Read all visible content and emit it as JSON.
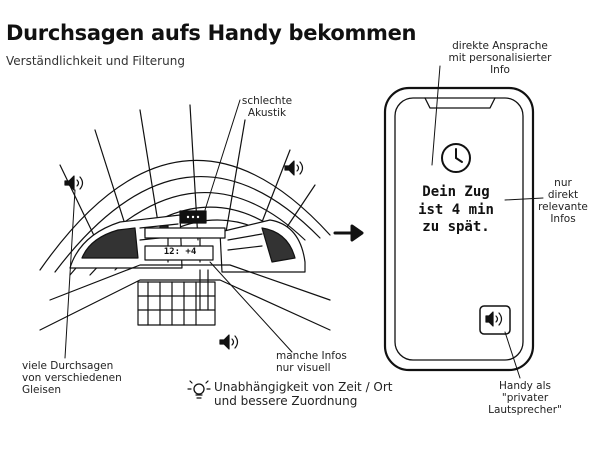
{
  "header": {
    "title": "Durchsagen aufs Handy bekommen",
    "subtitle": "Verständlichkeit und Filterung"
  },
  "illustration": {
    "station_board": "12:  +4",
    "annotations": {
      "schlechte_akustik": [
        "schlechte",
        "Akustik"
      ],
      "viele_durchsagen": [
        "viele Durchsagen",
        "von verschiedenen",
        "Gleisen"
      ],
      "manche_infos": [
        "manche Infos",
        "nur visuell"
      ]
    }
  },
  "phone": {
    "message_lines": [
      "Dein Zug",
      "ist 4 min",
      "zu spät."
    ],
    "annotations": {
      "direkte_ansprache": [
        "direkte Ansprache",
        "mit personalisierter",
        "Info"
      ],
      "nur_relevante": [
        "nur",
        "direkt",
        "relevante",
        "Infos"
      ],
      "handy_lautsprecher": [
        "Handy als",
        "\"privater",
        "Lautsprecher\""
      ]
    }
  },
  "footer": {
    "lines": [
      "Unabhängigkeit von Zeit / Ort",
      "und bessere Zuordnung"
    ]
  },
  "icons": [
    "speaker-icon",
    "clock-icon",
    "lightbulb-icon",
    "arrow-right-icon"
  ]
}
